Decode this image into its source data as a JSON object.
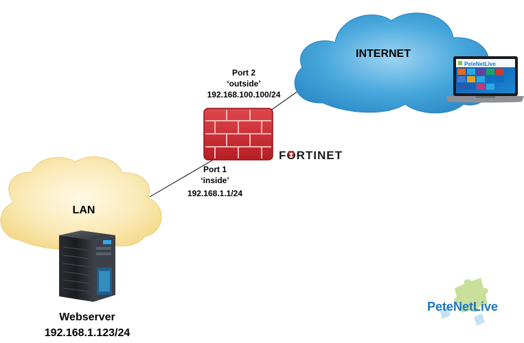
{
  "colors": {
    "internet_cloud": "#3f9fd6",
    "lan_cloud": "#f7e3a0",
    "firewall": "#c8262c",
    "fortinet_red": "#d21f26",
    "petenetlive_blue": "#1976c6",
    "petenetlive_green": "#8bc34a"
  },
  "clouds": {
    "internet": {
      "label": "INTERNET"
    },
    "lan": {
      "label": "LAN"
    }
  },
  "firewall": {
    "brand": "FORTINET",
    "port_outside": {
      "name": "Port 2",
      "zone": "‘outside’",
      "ip": "192.168.100.100/24"
    },
    "port_inside": {
      "name": "Port 1",
      "zone": "‘inside’",
      "ip": "192.168.1.1/24"
    }
  },
  "webserver": {
    "name": "Webserver",
    "ip": "192.168.1.123/24"
  },
  "laptop": {
    "screen_logo": "PeteNetLive"
  },
  "watermark": {
    "text": "PeteNetLive"
  },
  "icons": {
    "firewall": "brick-wall-icon",
    "server": "server-tower-icon",
    "laptop": "laptop-icon",
    "logo": "puzzle-piece-logo"
  }
}
